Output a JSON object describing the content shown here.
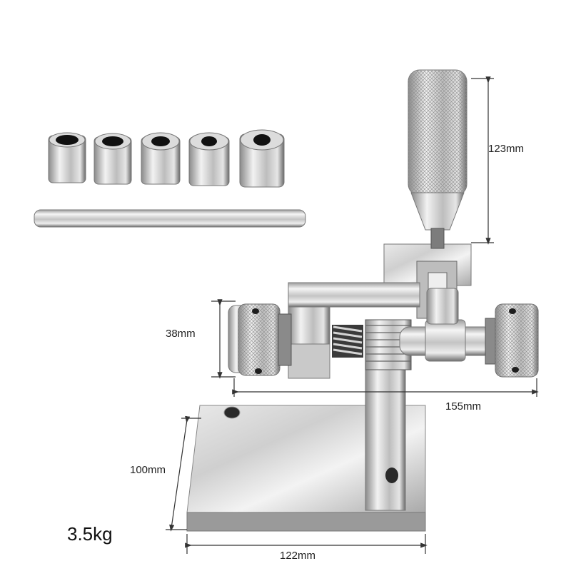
{
  "dimensions": {
    "handle_length": "123mm",
    "roller_height": "38mm",
    "total_width": "155mm",
    "base_depth": "100mm",
    "base_width": "122mm"
  },
  "weight": "3.5kg",
  "accessories": {
    "bushing_count": 5
  },
  "colors": {
    "steel_light": "#f2f2f2",
    "steel_mid": "#b5b5b5",
    "steel_dark": "#5a5a5a",
    "dimension_line": "#333333"
  }
}
